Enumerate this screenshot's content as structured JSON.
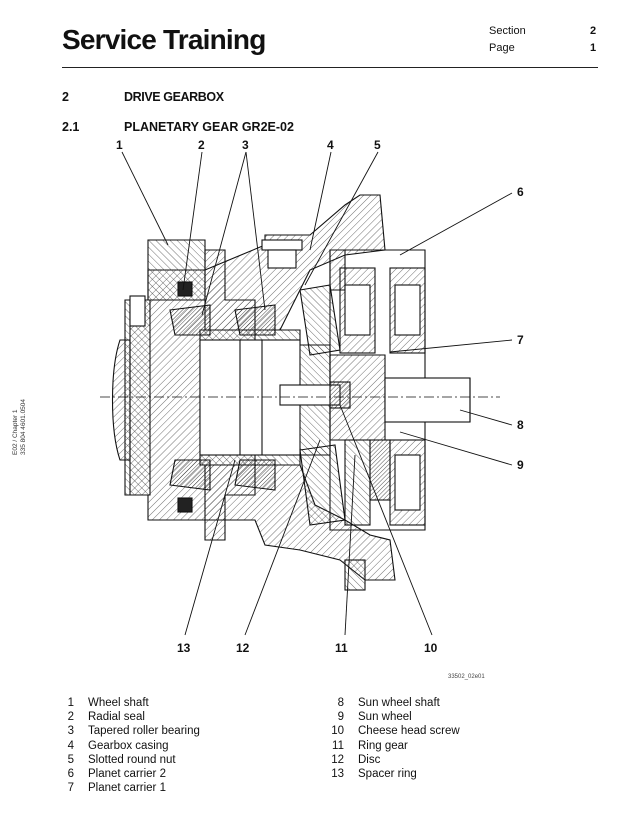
{
  "header": {
    "title": "Service Training",
    "section_label": "Section",
    "section_value": "2",
    "page_label": "Page",
    "page_value": "1"
  },
  "chapter": {
    "number": "2",
    "title": "DRIVE GEARBOX"
  },
  "subchapter": {
    "number": "2.1",
    "title": "PLANETARY GEAR GR2E-02"
  },
  "side_note": {
    "line1": "E02 / Chapter 1",
    "line2": "335 804 4601.0504"
  },
  "figure": {
    "id": "33502_02e01",
    "callouts": [
      "1",
      "2",
      "3",
      "4",
      "5",
      "6",
      "7",
      "8",
      "9",
      "10",
      "11",
      "12",
      "13"
    ]
  },
  "legend_left": [
    {
      "num": "1",
      "label": "Wheel shaft"
    },
    {
      "num": "2",
      "label": "Radial seal"
    },
    {
      "num": "3",
      "label": "Tapered roller bearing"
    },
    {
      "num": "4",
      "label": "Gearbox casing"
    },
    {
      "num": "5",
      "label": "Slotted round nut"
    },
    {
      "num": "6",
      "label": "Planet carrier 2"
    },
    {
      "num": "7",
      "label": "Planet carrier 1"
    }
  ],
  "legend_right": [
    {
      "num": "8",
      "label": "Sun wheel shaft"
    },
    {
      "num": "9",
      "label": "Sun wheel"
    },
    {
      "num": "10",
      "label": "Cheese head screw"
    },
    {
      "num": "11",
      "label": "Ring gear"
    },
    {
      "num": "12",
      "label": "Disc"
    },
    {
      "num": "13",
      "label": "Spacer ring"
    }
  ]
}
